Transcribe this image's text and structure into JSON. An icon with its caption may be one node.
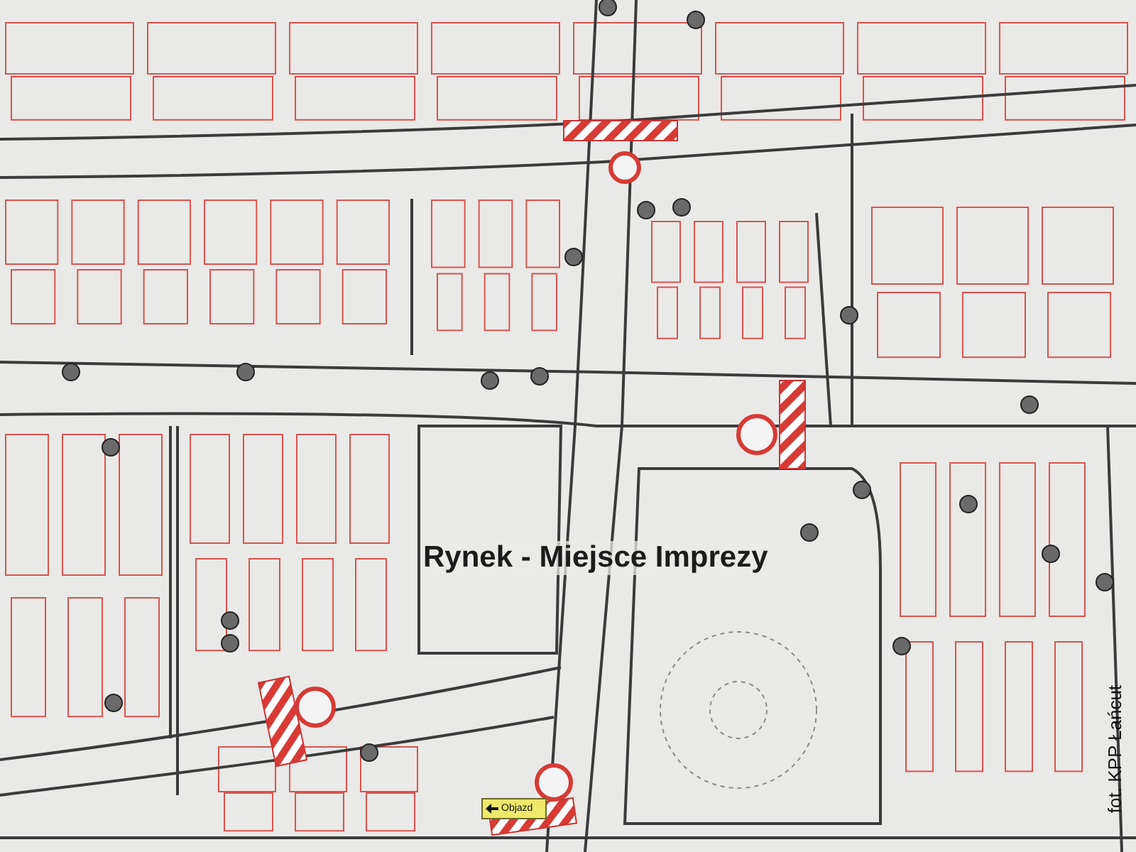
{
  "diagram": {
    "labels": [
      "Rynek - Miejsce Imprezy",
      "Objazd",
      "fot. KPP Łańcut"
    ]
  }
}
